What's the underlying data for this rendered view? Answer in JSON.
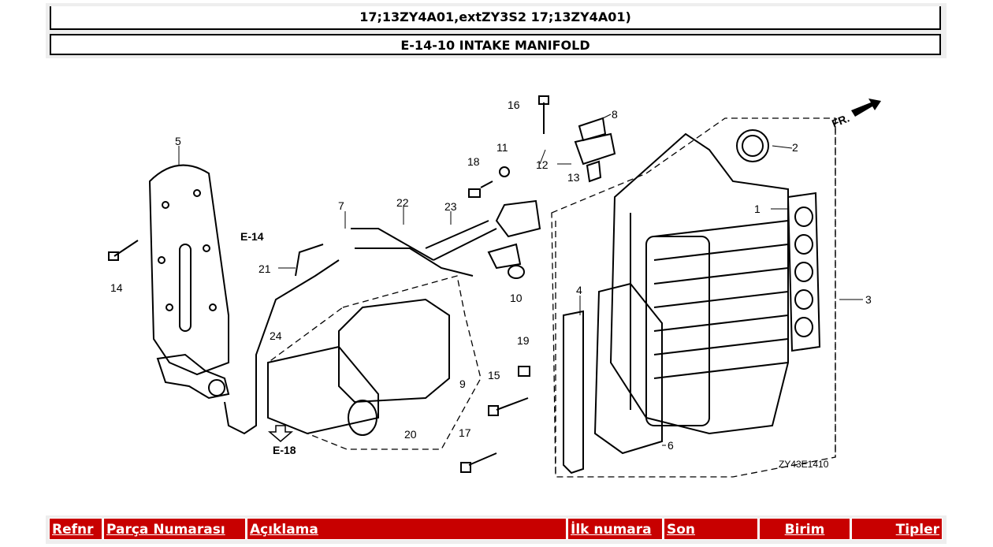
{
  "header": {
    "line1": "17;13ZY4A01,extZY3S2 17;13ZY4A01)",
    "section_title": "E-14-10 INTAKE MANIFOLD"
  },
  "diagram": {
    "code": "ZY43E1410",
    "direction_label": "FR.",
    "ref_e14": "E-14",
    "ref_e18": "E-18",
    "callouts": {
      "n1": "1",
      "n2": "2",
      "n3": "3",
      "n4": "4",
      "n5": "5",
      "n6": "6",
      "n7": "7",
      "n8": "8",
      "n9": "9",
      "n10": "10",
      "n11": "11",
      "n12": "12",
      "n13": "13",
      "n14": "14",
      "n15": "15",
      "n16": "16",
      "n17": "17",
      "n18": "18",
      "n19": "19",
      "n20": "20",
      "n21": "21",
      "n22": "22",
      "n23": "23",
      "n24": "24"
    }
  },
  "table": {
    "columns": {
      "refnr": "Refnr",
      "part_number": "Parça Numarası",
      "description": "Açıklama",
      "first_number": "İlk numara",
      "last": "Son",
      "unit": "Birim",
      "types": "Tipler"
    }
  },
  "colors": {
    "header_red": "#c80000"
  }
}
